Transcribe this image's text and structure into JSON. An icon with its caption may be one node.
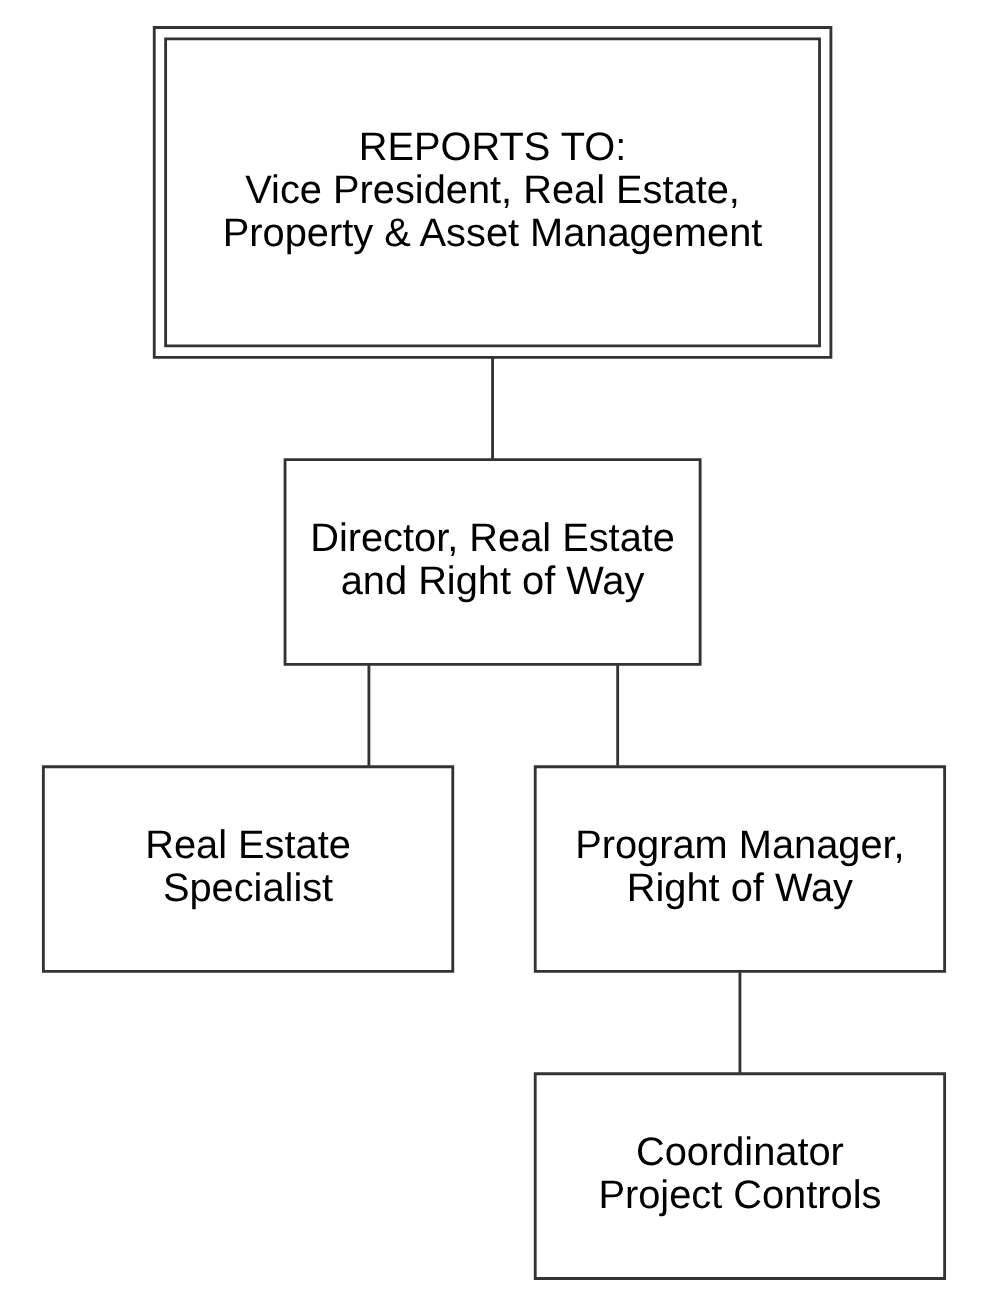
{
  "diagram": {
    "nodes": [
      {
        "text": [
          "REPORTS TO:",
          "Vice President, Real Estate, Property & Asset Management"
        ]
      },
      {
        "text": [
          "Director, Real Estate and Right of Way"
        ]
      },
      {
        "text": [
          "Real Estate Specialist"
        ]
      },
      {
        "text": [
          "Program Manager, Right of Way"
        ]
      },
      {
        "text": [
          "Coordinator Project Controls"
        ]
      }
    ],
    "edges": [
      {
        "from": 0,
        "to": 1,
        "arrow": "none"
      },
      {
        "from": 1,
        "to": 2,
        "arrow": "none"
      },
      {
        "from": 1,
        "to": 3,
        "arrow": "none"
      },
      {
        "from": 3,
        "to": 4,
        "arrow": "none"
      }
    ]
  }
}
